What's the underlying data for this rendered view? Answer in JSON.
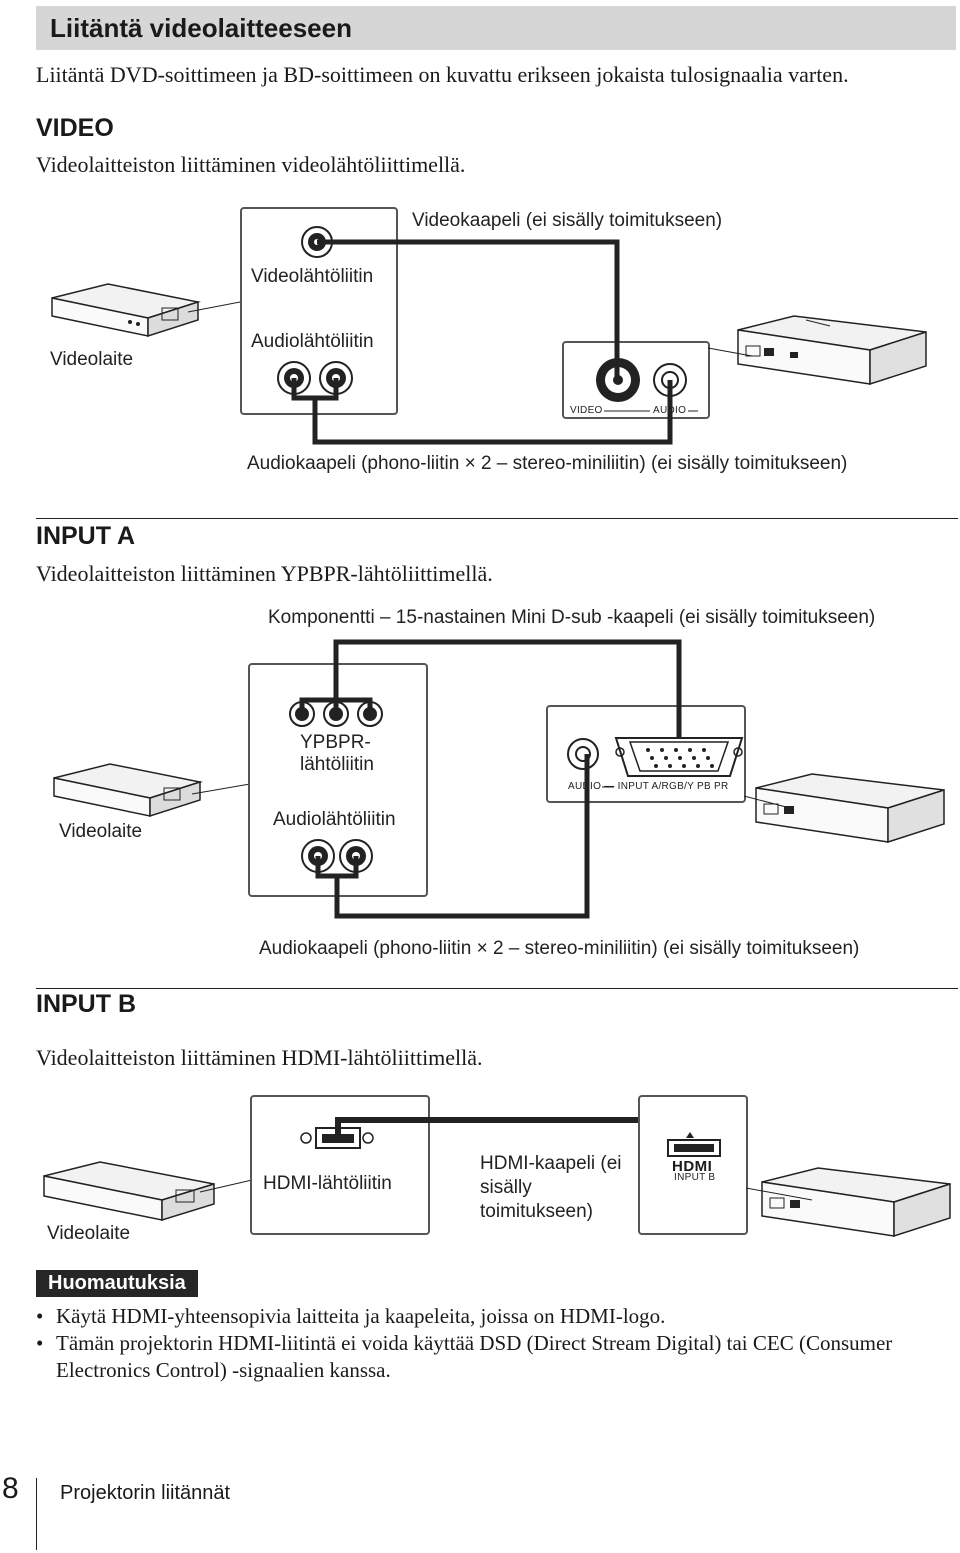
{
  "title": "Liitäntä videolaitteeseen",
  "intro": "Liitäntä DVD-soittimeen ja BD-soittimeen on kuvattu erikseen jokaista tulosignaalia varten.",
  "video": {
    "heading": "VIDEO",
    "description": "Videolaitteiston liittäminen videolähtöliittimellä.",
    "cable_label": "Videokaapeli (ei sisälly toimitukseen)",
    "video_out_label": "Videolähtöliitin",
    "device_label": "Videolaite",
    "audio_out_label": "Audiolähtöliitin",
    "panel_video": "VIDEO",
    "panel_audio": "AUDIO",
    "audio_cable_label": "Audiokaapeli (phono-liitin × 2 – stereo-miniliitin) (ei sisälly toimitukseen)"
  },
  "input_a": {
    "heading": "INPUT A",
    "description": "Videolaitteiston liittäminen YPBPR-lähtöliittimellä.",
    "cable_label": "Komponentti – 15-nastainen Mini D-sub -kaapeli (ei sisälly toimitukseen)",
    "ypbpr_label_1": "YPBPR-",
    "ypbpr_label_2": "lähtöliitin",
    "device_label": "Videolaite",
    "audio_out_label": "Audiolähtöliitin",
    "panel_label": "AUDIO — INPUT A/RGB/Y PB PR",
    "audio_cable_label": "Audiokaapeli (phono-liitin × 2 – stereo-miniliitin) (ei sisälly toimitukseen)"
  },
  "input_b": {
    "heading": "INPUT B",
    "description": "Videolaitteiston liittäminen HDMI-lähtöliittimellä.",
    "hdmi_out_label": "HDMI-lähtöliitin",
    "cable_label": "HDMI-kaapeli (ei sisälly toimitukseen)",
    "device_label": "Videolaite",
    "hdmi_logo": "HDMI",
    "panel_label": "INPUT B"
  },
  "notes": {
    "title": "Huomautuksia",
    "items": [
      "Käytä HDMI-yhteensopivia laitteita ja kaapeleita, joissa on HDMI-logo.",
      "Tämän projektorin HDMI-liitintä ei voida käyttää DSD (Direct Stream Digital) tai CEC (Consumer Electronics Control) -signaalien kanssa."
    ]
  },
  "footer": {
    "page_number": "8",
    "section": "Projektorin liitännät"
  }
}
